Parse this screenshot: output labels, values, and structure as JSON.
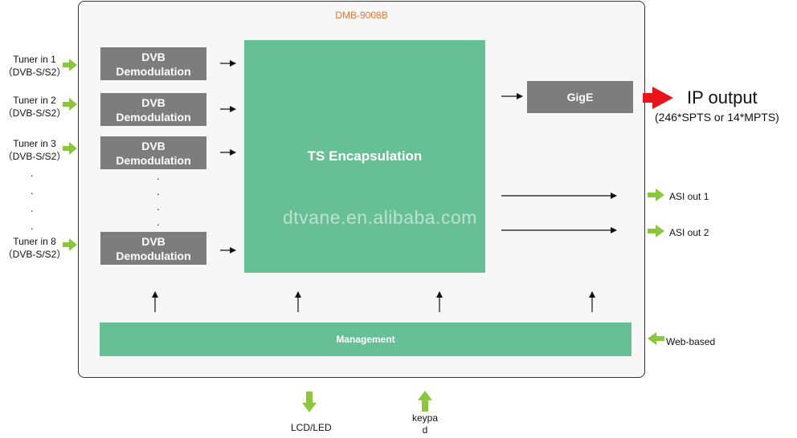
{
  "title": "DMB-9008B",
  "tuners": [
    {
      "line1": "Tuner in 1",
      "line2": "（DVB-S/S2）"
    },
    {
      "line1": "Tuner in 2",
      "line2": "（DVB-S/S2）"
    },
    {
      "line1": "Tuner in 3",
      "line2": "（DVB-S/S2）"
    },
    {
      "line1": "Tuner in 8",
      "line2": "（DVB-S/S2）"
    }
  ],
  "demod": {
    "line1": "DVB",
    "line2": "Demodulation"
  },
  "ts_encapsulation": "TS Encapsulation",
  "gige": "GigE",
  "ip_output": {
    "title": "IP output",
    "subtitle": "(246*SPTS or 14*MPTS)"
  },
  "asi_out": [
    "ASI out 1",
    "ASI out 2"
  ],
  "management": "Management",
  "web_based": "Web-based",
  "lcd_led": "LCD/LED",
  "keypad": {
    "line1": "keypa",
    "line2": "d"
  },
  "watermark": "dtvane.en.alibaba.com",
  "colors": {
    "green_block": "#66bf95",
    "gray_block": "#7d7d7d",
    "arrow_green": "#8cc63f",
    "arrow_red": "#e8141b",
    "title_orange": "#e8742a"
  }
}
